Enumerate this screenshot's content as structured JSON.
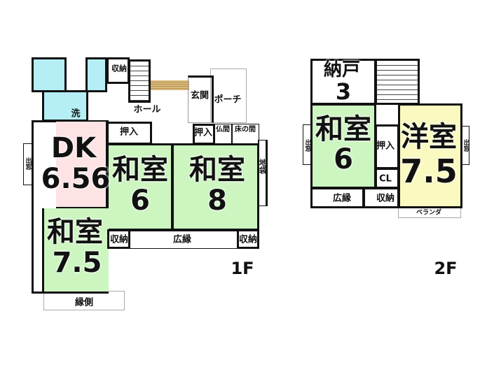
{
  "floor1": {
    "label": "1F",
    "rooms": {
      "storage_top": "収納",
      "hall": "ホール",
      "entrance": "玄関",
      "porch": "ポーチ",
      "wash": "洗",
      "dk_name": "DK",
      "dk_size": "6.56",
      "closet_a": "押入",
      "washitsu6_name": "和室",
      "washitsu6_size": "6",
      "washitsu8_name": "和室",
      "washitsu8_size": "8",
      "closet_b": "押入",
      "butsuma": "仏間",
      "tokonoma": "床の間",
      "jibukuro": "地袋",
      "bay_window": "出窓",
      "washitsu75_name": "和室",
      "washitsu75_size": "7.5",
      "storage_left": "収納",
      "hiroen": "広縁",
      "storage_right": "収納",
      "engawa": "縁側"
    }
  },
  "floor2": {
    "label": "2F",
    "rooms": {
      "nando_name": "納戸",
      "nando_size": "3",
      "washitsu6_name": "和室",
      "washitsu6_size": "6",
      "bay_window_left": "出窓",
      "closet": "押入",
      "cl": "CL",
      "youshitsu_name": "洋室",
      "youshitsu_size": "7.5",
      "bay_window_right": "出窓",
      "hiroen": "広縁",
      "storage": "収納",
      "veranda": "ベランダ"
    }
  },
  "colors": {
    "washitsu": "#ccf5c0",
    "dk": "#fde3e3",
    "wet": "#b5eef5",
    "youshitsu": "#fafac0"
  }
}
